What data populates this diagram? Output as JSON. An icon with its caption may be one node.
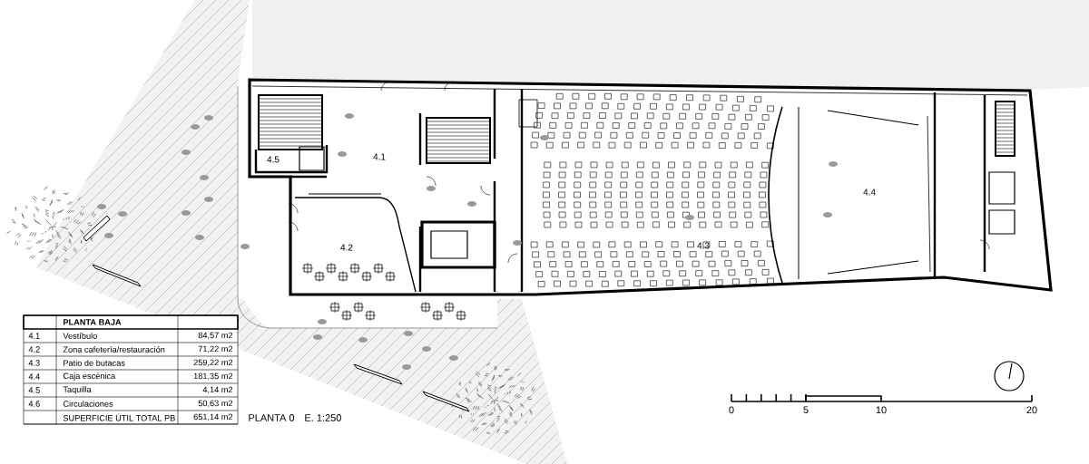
{
  "diagram": {
    "labels": [
      "4.5",
      "4.1",
      "4.4",
      "4.2",
      "4.3",
      "PLANTA BAJA",
      "4.1",
      "Vestíbulo",
      "84,57 m2",
      "4.2",
      "Zona cafetería/restauración",
      "71,22 m2",
      "4.3",
      "Patio de butacas",
      "259,22 m2",
      "4.4",
      "Caja escénica",
      "181,35 m2",
      "4.5",
      "Taquilla",
      "4,14 m2",
      "4.6",
      "Circulaciones",
      "50,63 m2",
      "SUPERFICIE ÚTIL TOTAL PB",
      "651,14 m2",
      "PLANTA 0",
      "E. 1:250",
      "0",
      "5",
      "10",
      "20"
    ]
  }
}
